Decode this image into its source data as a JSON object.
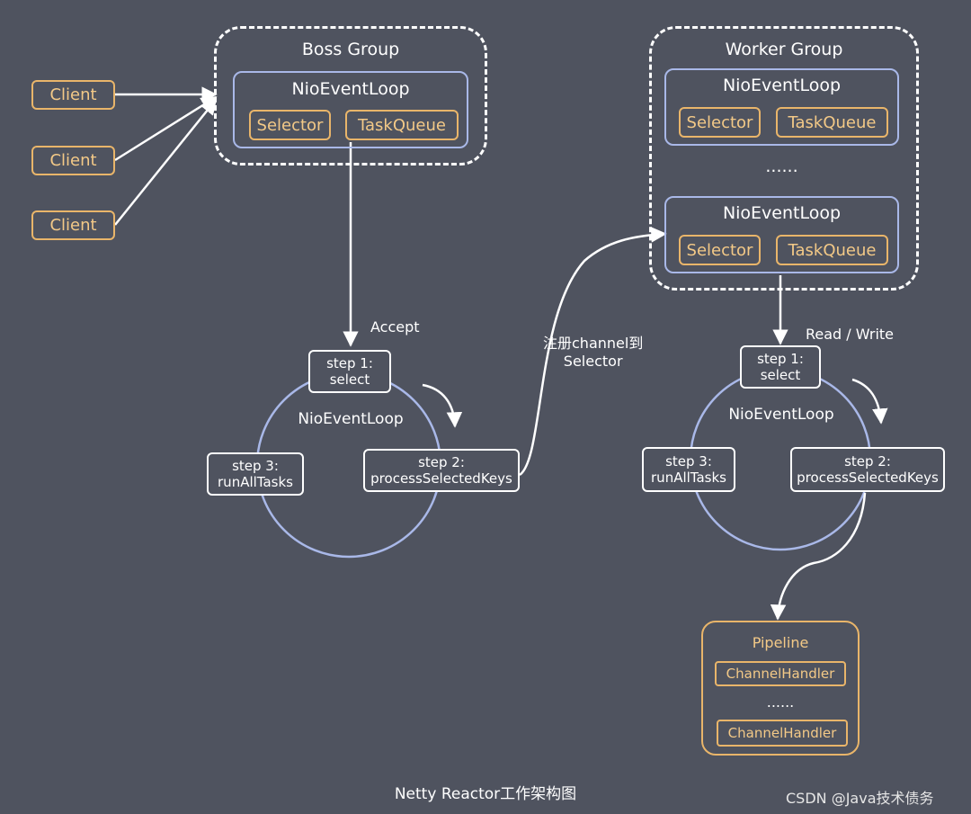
{
  "clients": [
    "Client",
    "Client",
    "Client"
  ],
  "boss_group": {
    "title": "Boss Group",
    "loop": {
      "title": "NioEventLoop",
      "selector": "Selector",
      "task_queue": "TaskQueue"
    }
  },
  "worker_group": {
    "title": "Worker Group",
    "loop_top": {
      "title": "NioEventLoop",
      "selector": "Selector",
      "task_queue": "TaskQueue"
    },
    "ellipsis": "......",
    "loop_bottom": {
      "title": "NioEventLoop",
      "selector": "Selector",
      "task_queue": "TaskQueue"
    }
  },
  "accept_label": "Accept",
  "register_label": [
    "注册channel到",
    "Selector"
  ],
  "read_write_label": "Read / Write",
  "boss_cycle": {
    "title": "NioEventLoop",
    "step1": [
      "step 1:",
      "select"
    ],
    "step2": [
      "step 2:",
      "processSelectedKeys"
    ],
    "step3": [
      "step 3:",
      "runAllTasks"
    ]
  },
  "worker_cycle": {
    "title": "NioEventLoop",
    "step1": [
      "step 1:",
      "select"
    ],
    "step2": [
      "step 2:",
      "processSelectedKeys"
    ],
    "step3": [
      "step 3:",
      "runAllTasks"
    ]
  },
  "pipeline": {
    "title": "Pipeline",
    "handler_top": "ChannelHandler",
    "ellipsis": "......",
    "handler_bottom": "ChannelHandler"
  },
  "caption": "Netty Reactor工作架构图",
  "watermark": "CSDN @Java技术债务",
  "colors": {
    "background": "#4f535f",
    "chip": "#e9b56a",
    "loop_border": "#a9b8e8",
    "line": "#ffffff"
  }
}
